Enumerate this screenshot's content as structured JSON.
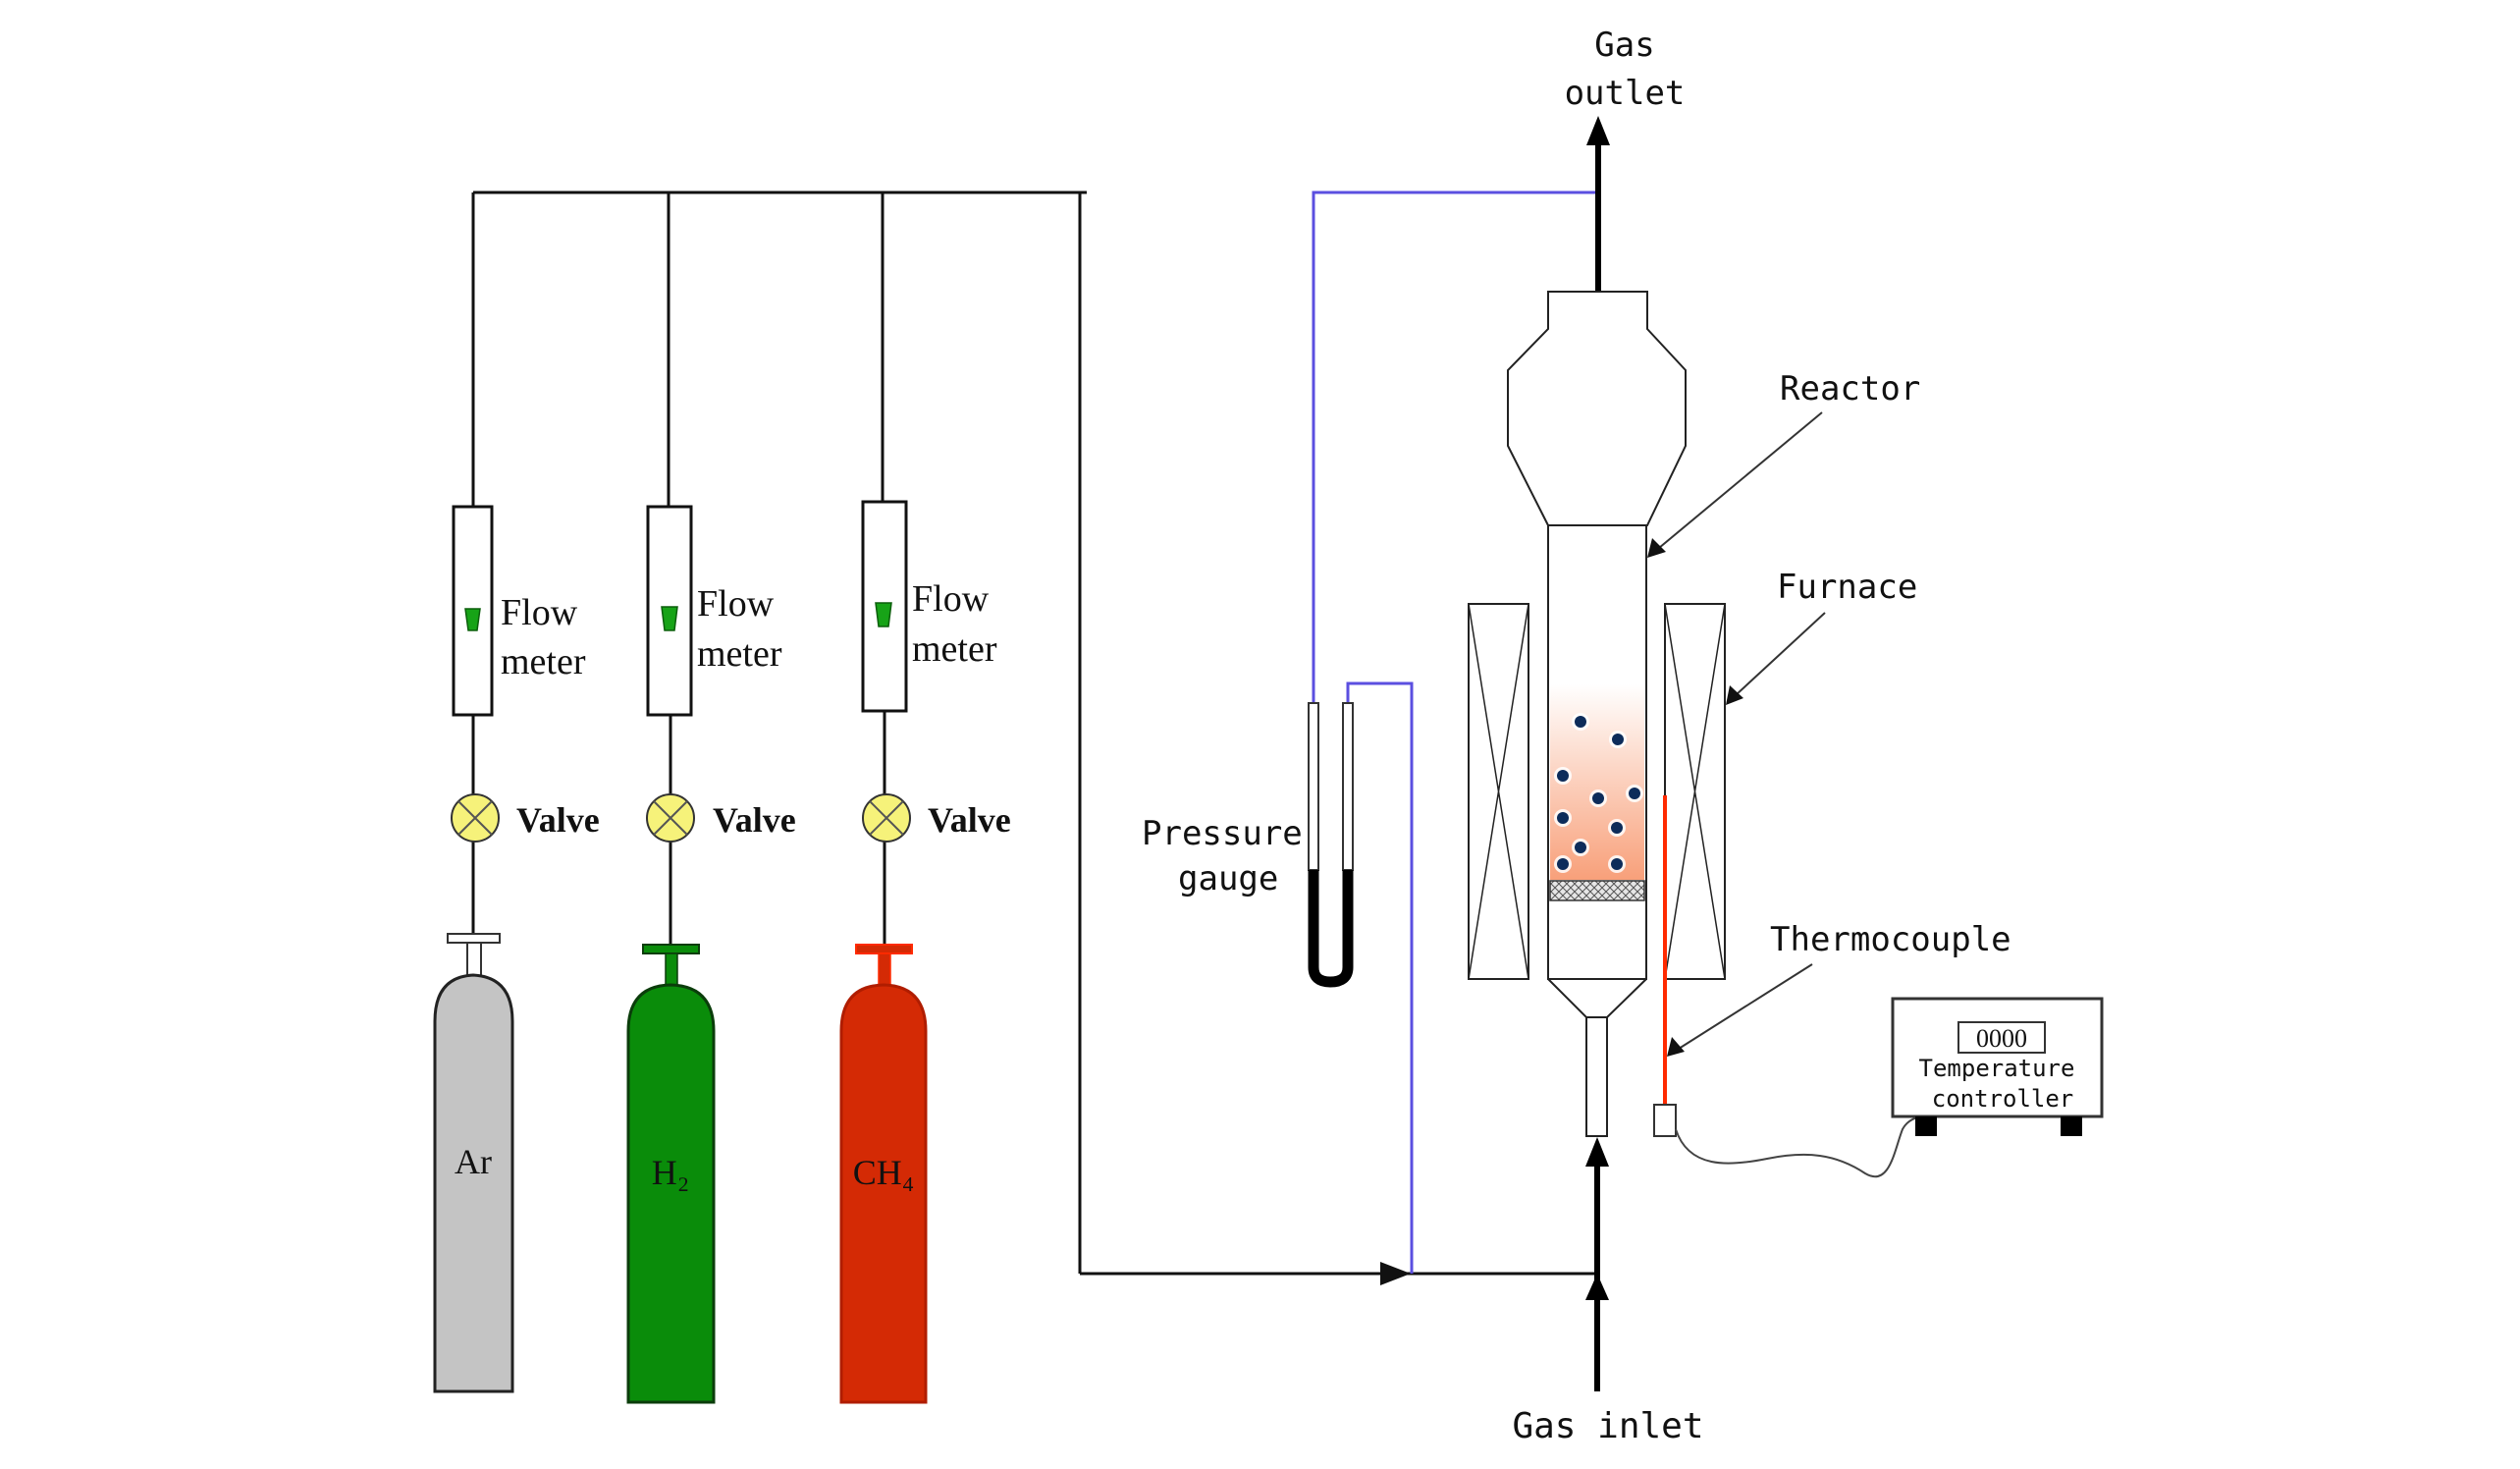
{
  "diagram": {
    "title": "Fluidized bed reactor gas supply schematic",
    "colors": {
      "line": "#111111",
      "pressure_line": "#5b4fe0",
      "valve_fill": "#f6f27a",
      "float_fill": "#17a317",
      "ar_cylinder": "#c4c4c4",
      "h2_cylinder": "#0a8c0a",
      "ch4_cylinder": "#d42a05",
      "thermocouple": "#ff2a00",
      "bed_gradient_top": "#ffffff",
      "bed_gradient_bottom": "#f8a07a",
      "particle": "#0d2c5a"
    },
    "gas_lines": [
      {
        "id": "ar",
        "flow_meter": [
          "Flow",
          "meter"
        ],
        "valve": "Valve",
        "cylinder_label": "Ar",
        "cylinder_label_color": "#f4f4f4"
      },
      {
        "id": "h2",
        "flow_meter": [
          "Flow",
          "meter"
        ],
        "valve": "Valve",
        "cylinder_label": "H₂",
        "cylinder_label_color": "#e8ffe0"
      },
      {
        "id": "ch4",
        "flow_meter": [
          "Flow",
          "meter"
        ],
        "valve": "Valve",
        "cylinder_label": "CH₄",
        "cylinder_label_color": "#ffe79a"
      }
    ],
    "labels": {
      "gas_outlet": [
        "Gas",
        "outlet"
      ],
      "gas_inlet": "Gas inlet",
      "reactor": "Reactor",
      "furnace": "Furnace",
      "thermocouple": "Thermocouple",
      "pressure_gauge": [
        "Pressure",
        "gauge"
      ],
      "temperature_controller": [
        "Temperature",
        "controller"
      ],
      "controller_display": "0000"
    }
  }
}
